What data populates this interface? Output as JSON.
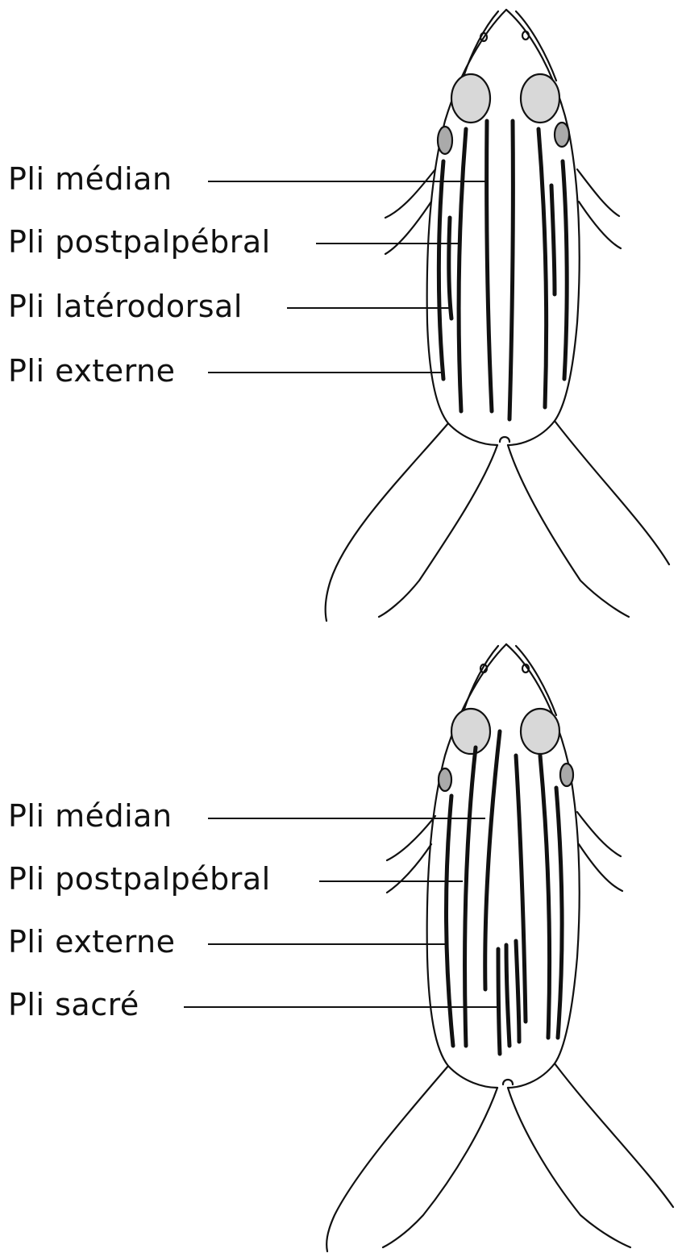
{
  "figures": [
    {
      "labels": [
        "Pli médian",
        "Pli postpalpébral",
        "Pli latérodorsal",
        "Pli externe"
      ]
    },
    {
      "labels": [
        "Pli médian",
        "Pli postpalpébral",
        "Pli externe",
        "Pli sacré"
      ]
    }
  ]
}
